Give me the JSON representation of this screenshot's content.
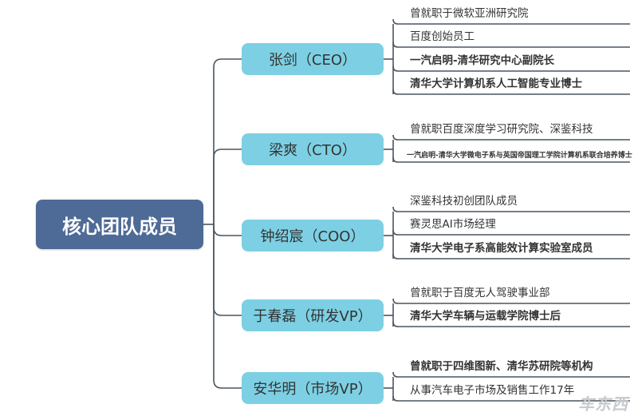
{
  "root": {
    "label": "核心团队成员"
  },
  "members": [
    {
      "name": "张剑（CEO）",
      "details": [
        {
          "text": "曾就职于微软亚洲研究院",
          "bold": false
        },
        {
          "text": "百度创始员工",
          "bold": false
        },
        {
          "text": "一汽启明-清华研究中心副院长",
          "bold": true
        },
        {
          "text": "清华大学计算机系人工智能专业博士",
          "bold": true
        }
      ]
    },
    {
      "name": "梁爽（CTO）",
      "details": [
        {
          "text": "曾就职百度深度学习研究院、深鉴科技",
          "bold": false
        },
        {
          "text": "一汽启明-清华大学微电子系与英国帝国理工学院计算机系联合培养博士",
          "bold": true,
          "tiny": true
        }
      ]
    },
    {
      "name": "钟绍宸（COO）",
      "details": [
        {
          "text": "深鉴科技初创团队成员",
          "bold": false
        },
        {
          "text": "赛灵思AI市场经理",
          "bold": false
        },
        {
          "text": "清华大学电子系高能效计算实验室成员",
          "bold": true
        }
      ]
    },
    {
      "name": "于春磊（研发VP）",
      "details": [
        {
          "text": "曾就职于百度无人驾驶事业部",
          "bold": false
        },
        {
          "text": "清华大学车辆与运载学院博士后",
          "bold": true
        }
      ]
    },
    {
      "name": "安华明（市场VP）",
      "details": [
        {
          "text": "曾就职于四维图新、清华苏研院等机构",
          "bold": true
        },
        {
          "text": "从事汽车电子市场及销售工作17年",
          "bold": false
        }
      ]
    }
  ],
  "watermark": "车东西",
  "colors": {
    "root": "#4e6a96",
    "member": "#7dd0e4",
    "connector": "#4a5560"
  }
}
